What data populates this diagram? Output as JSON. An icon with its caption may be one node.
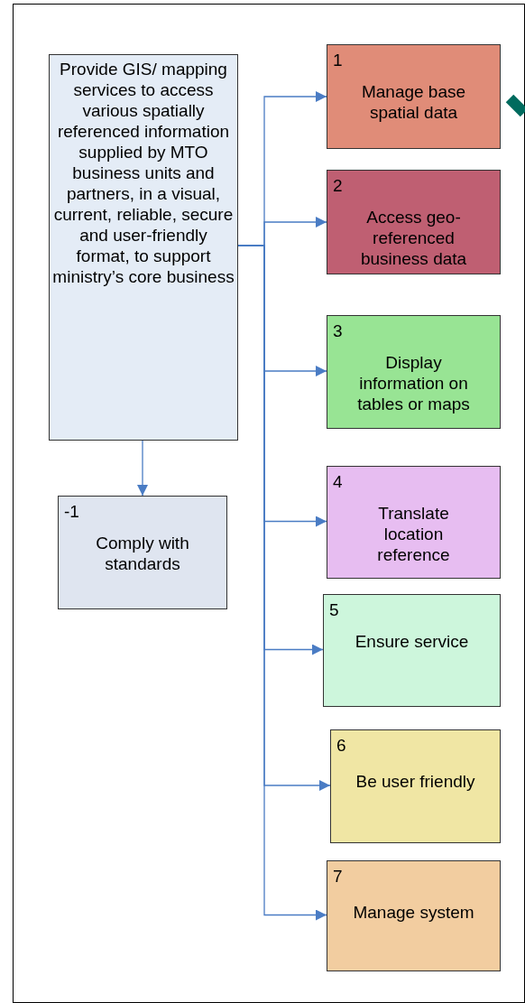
{
  "diagram": {
    "nodes": [
      {
        "text": [
          "Provide GIS/ mapping services to access various spatially referenced information supplied by MTO business units and partners, in a visual, current, reliable, secure and user-friendly format, to support ministry’s core business"
        ]
      },
      {
        "text": [
          "-1",
          "Comply with standards"
        ]
      },
      {
        "text": [
          "1",
          "Manage base spatial data"
        ]
      },
      {
        "text": [
          "2",
          "Access geo-referenced business data"
        ]
      },
      {
        "text": [
          "3",
          "Display information on tables or maps"
        ]
      },
      {
        "text": [
          "4",
          "Translate location reference"
        ]
      },
      {
        "text": [
          "5",
          "Ensure service"
        ]
      },
      {
        "text": [
          "6",
          "Be user friendly"
        ]
      },
      {
        "text": [
          "7",
          "Manage system"
        ]
      }
    ],
    "edges": [
      {
        "from": 0,
        "to": 1,
        "arrow": "to"
      },
      {
        "from": 0,
        "to": 2,
        "arrow": "to"
      },
      {
        "from": 0,
        "to": 3,
        "arrow": "to"
      },
      {
        "from": 0,
        "to": 4,
        "arrow": "to"
      },
      {
        "from": 0,
        "to": 5,
        "arrow": "to"
      },
      {
        "from": 0,
        "to": 6,
        "arrow": "to"
      },
      {
        "from": 0,
        "to": 7,
        "arrow": "to"
      },
      {
        "from": 0,
        "to": 8,
        "arrow": "to"
      },
      {
        "from": 2,
        "to": null,
        "arrow": "none",
        "style": "thick",
        "color": "#006b5e"
      }
    ]
  }
}
